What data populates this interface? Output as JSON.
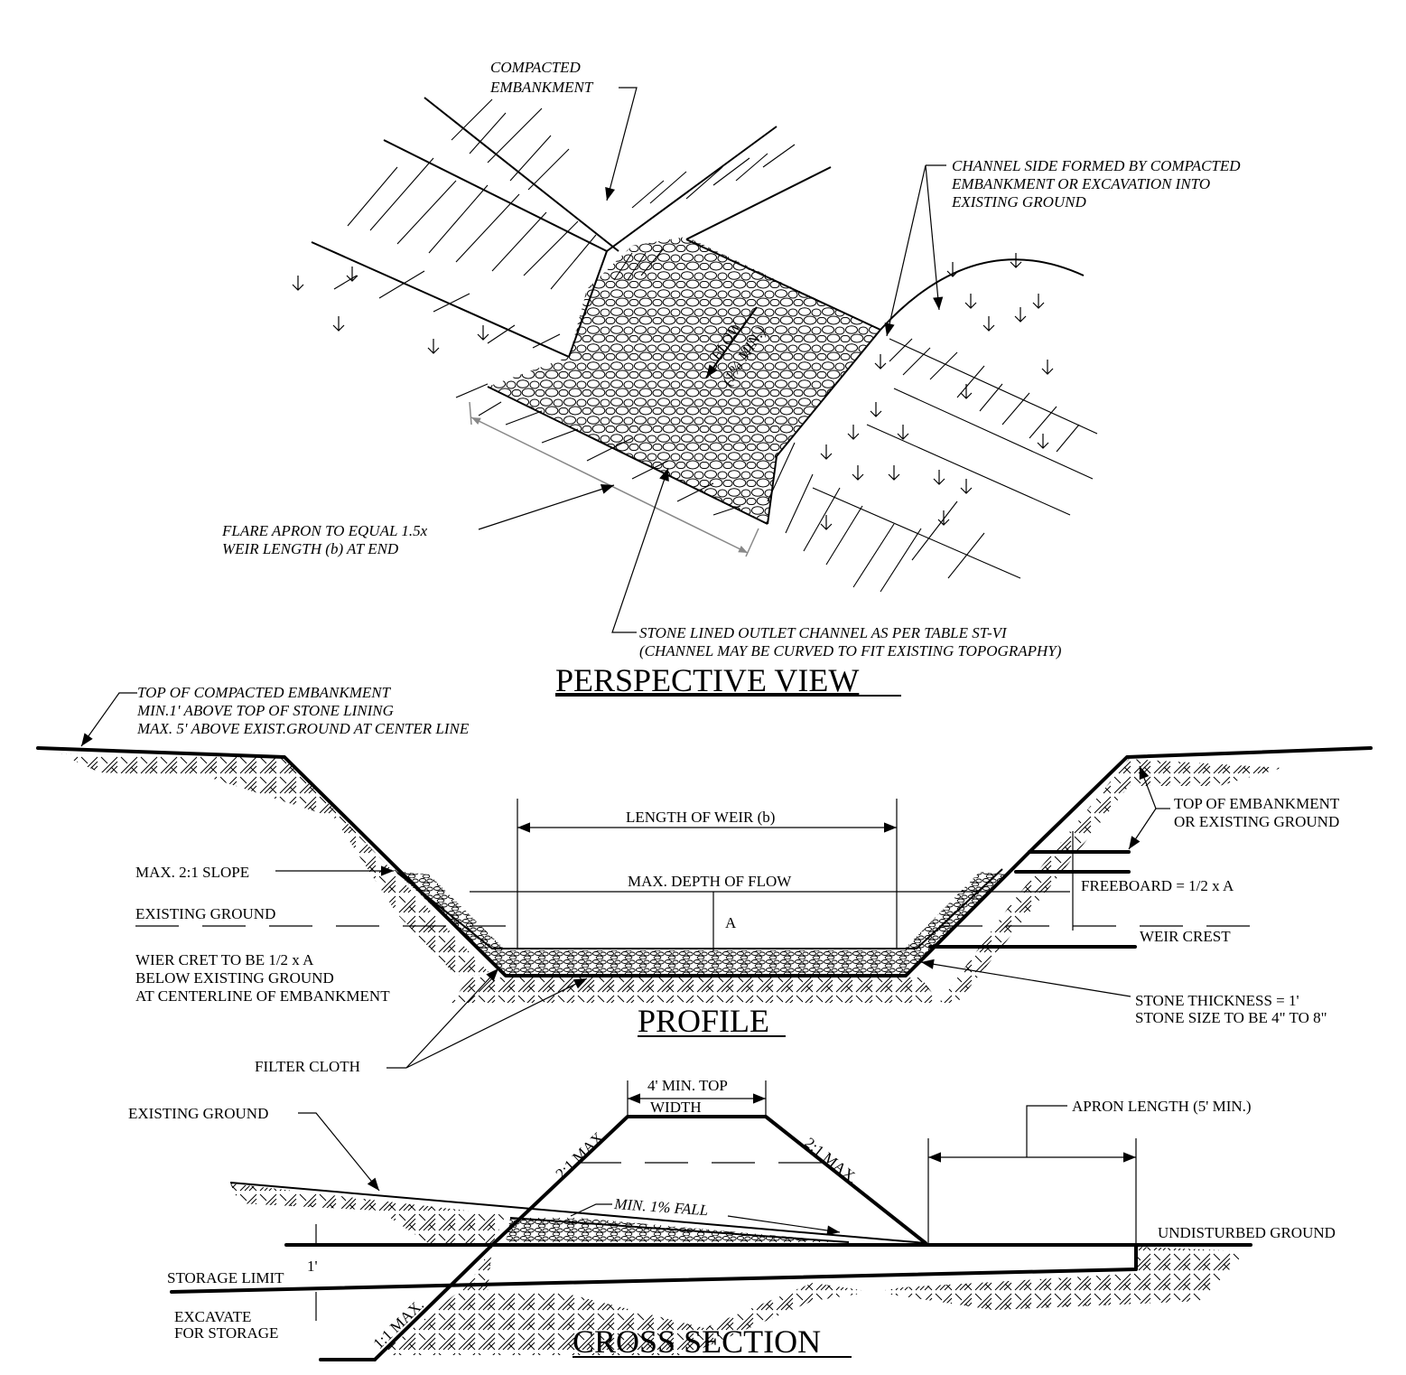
{
  "colors": {
    "ink": "#000000",
    "paper": "#ffffff",
    "dimension": "#888888"
  },
  "perspective": {
    "title": "PERSPECTIVE VIEW",
    "compacted_embankment_1": "COMPACTED",
    "compacted_embankment_2": "EMBANKMENT",
    "channel_side_1": "CHANNEL SIDE FORMED BY COMPACTED",
    "channel_side_2": "EMBANKMENT OR EXCAVATION INTO",
    "channel_side_3": "EXISTING GROUND",
    "flare_apron_1": "FLARE APRON TO EQUAL 1.5x",
    "flare_apron_2": "WEIR LENGTH (b) AT END",
    "stone_lined_1": "STONE LINED OUTLET CHANNEL AS PER TABLE ST-VI",
    "stone_lined_2": "(CHANNEL MAY BE CURVED TO FIT EXISTING TOPOGRAPHY)",
    "flow": "FLOW",
    "min_slope": "(1% MIN.)"
  },
  "profile": {
    "title": "PROFILE",
    "top_embankment_1": "TOP OF COMPACTED EMBANKMENT",
    "top_embankment_2": "MIN.1' ABOVE TOP OF STONE LINING",
    "top_embankment_3": "MAX. 5' ABOVE EXIST.GROUND AT CENTER LINE",
    "length_of_weir": "LENGTH OF WEIR (b)",
    "max_depth": "MAX. DEPTH OF FLOW",
    "a_label": "A",
    "max_slope": "MAX. 2:1 SLOPE",
    "existing_ground": "EXISTING GROUND",
    "wier_cret_1": "WIER CRET TO BE 1/2 x A",
    "wier_cret_2": "BELOW EXISTING GROUND",
    "wier_cret_3": "AT CENTERLINE OF EMBANKMENT",
    "top_or_existing_1": "TOP OF EMBANKMENT",
    "top_or_existing_2": "OR EXISTING GROUND",
    "freeboard": "FREEBOARD = 1/2 x A",
    "weir_crest": "WEIR CREST",
    "stone_thickness_1": "STONE THICKNESS = 1'",
    "stone_thickness_2": "STONE SIZE TO BE 4\" TO 8\"",
    "filter_cloth": "FILTER CLOTH"
  },
  "cross_section": {
    "title": "CROSS SECTION",
    "min_top_1": "4'  MIN. TOP",
    "min_top_2": "WIDTH",
    "existing_ground": "EXISTING GROUND",
    "slope_left": "2:1 MAX.",
    "slope_right": "2:1 MAX.",
    "slope_bottom": "1:1 MAX.",
    "min_fall": "MIN. 1% FALL",
    "apron_length": "APRON LENGTH  (5' MIN.)",
    "undisturbed": "UNDISTURBED GROUND",
    "storage_limit": "STORAGE LIMIT",
    "one_foot": "1'",
    "excavate_1": "EXCAVATE",
    "excavate_2": "FOR STORAGE"
  }
}
